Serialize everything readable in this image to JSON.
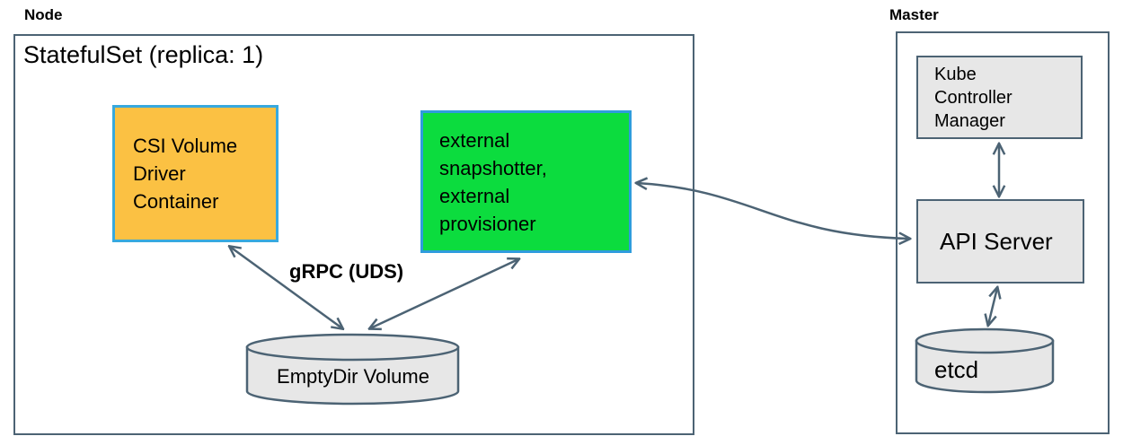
{
  "node": {
    "title": "Node",
    "statefulset_title": "StatefulSet (replica: 1)",
    "csi_container_label": "CSI Volume\nDriver\nContainer",
    "external_container_label": "external\nsnapshotter,\nexternal\nprovisioner",
    "grpc_label": "gRPC (UDS)",
    "emptydir_label": "EmptyDir Volume"
  },
  "master": {
    "title": "Master",
    "kube_controller_manager_label": "Kube\nController\nManager",
    "api_server_label": "API Server",
    "etcd_label": "etcd"
  },
  "colors": {
    "csi_fill": "#fbc143",
    "csi_border": "#38a9de",
    "external_fill": "#0cdc3e",
    "external_border": "#2f9cdd",
    "line": "#4c6374",
    "gray_fill": "#e7e7e7"
  },
  "connections": [
    {
      "from": "csi-volume-driver-container",
      "to": "emptydir-volume",
      "style": "double-arrow",
      "label": "gRPC (UDS)"
    },
    {
      "from": "external-snapshotter-provisioner",
      "to": "emptydir-volume",
      "style": "double-arrow",
      "label": "gRPC (UDS)"
    },
    {
      "from": "external-snapshotter-provisioner",
      "to": "api-server",
      "style": "double-arrow-curved",
      "label": ""
    },
    {
      "from": "kube-controller-manager",
      "to": "api-server",
      "style": "double-arrow",
      "label": ""
    },
    {
      "from": "api-server",
      "to": "etcd",
      "style": "double-arrow",
      "label": ""
    }
  ]
}
